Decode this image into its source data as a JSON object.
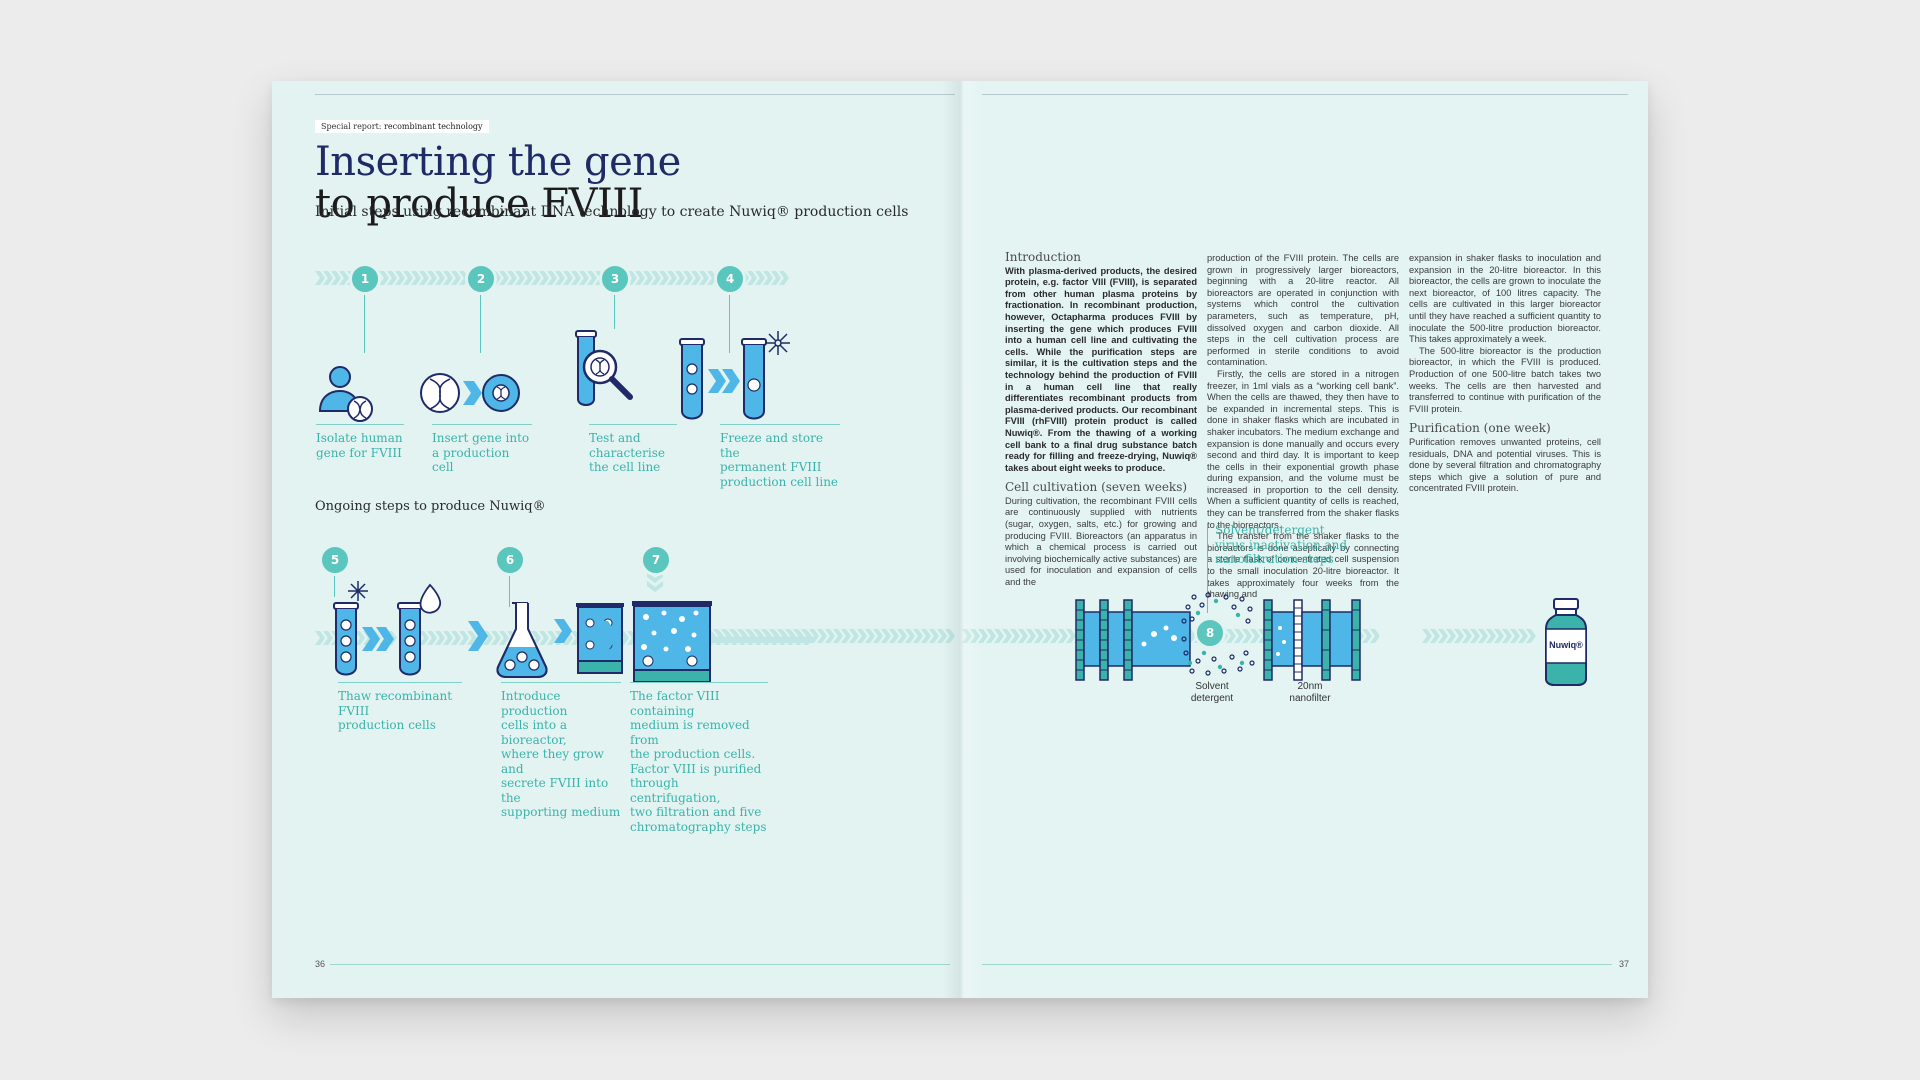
{
  "left_page": {
    "tag_prefix": "Special report: ",
    "tag_topic": "recombinant technology",
    "title_line1": "Inserting the gene",
    "title_line2": "to produce FVIII",
    "section1_heading": "Initial steps using recombinant DNA technology to create Nuwiq® production cells",
    "section2_heading": "Ongoing steps to produce Nuwiq®",
    "steps": [
      {
        "number": "1",
        "caption": "Isolate human\ngene for FVIII"
      },
      {
        "number": "2",
        "caption": "Insert gene into\na production cell"
      },
      {
        "number": "3",
        "caption": "Test and\ncharacterise\nthe cell line"
      },
      {
        "number": "4",
        "caption": "Freeze and store the\npermanent FVIII\nproduction cell line"
      },
      {
        "number": "5",
        "caption": "Thaw recombinant FVIII\nproduction cells"
      },
      {
        "number": "6",
        "caption": "Introduce production\ncells into a bioreactor,\nwhere they grow and\nsecrete FVIII into the\nsupporting medium"
      },
      {
        "number": "7",
        "caption": "The factor VIII containing\nmedium is removed from\nthe production cells.\nFactor VIII is purified\nthrough centrifugation,\ntwo filtration and five\nchromatography steps"
      }
    ],
    "page_number": "36"
  },
  "right_page": {
    "intro_heading": "Introduction",
    "intro_bold": "With plasma-derived products, the desired protein, e.g. factor VIII (FVIII), is separated from other human plasma proteins by fractionation. In recombinant production, however, Octapharma produces FVIII by inserting the gene which produces FVIII into a human cell line and cultivating the cells. While the purification steps are similar, it is the cultivation steps and the technology behind the production of FVIII in a human cell line that really differentiates recombinant products from plasma-derived products. Our recombinant FVIII (rhFVIII) protein product is called Nuwiq®. From the thawing of a working cell bank to a final drug substance batch ready for filling and freeze-drying, Nuwiq® takes about eight weeks to produce.",
    "cell_heading": "Cell cultivation (seven weeks)",
    "cell_p1": "During cultivation, the recombinant FVIII cells are continuously supplied with nutrients (sugar, oxygen, salts, etc.) for growing and producing FVIII. Bioreactors (an apparatus in which a chemical process is carried out involving biochemically active substances) are used for inoculation and expansion of cells and the",
    "col2_p1": "production of the FVIII protein. The cells are grown in progressively larger bioreactors, beginning with a 20-litre reactor. All bioreactors are operated in conjunction with systems which control the cultivation parameters, such as temperature, pH, dissolved oxygen and carbon dioxide. All steps in the cell cultivation process are performed in sterile conditions to avoid contamination.",
    "col2_p2": "Firstly, the cells are stored in a nitrogen freezer, in 1ml vials as a “working cell bank”. When the cells are thawed, they then have to be expanded in incremental steps. This is done in shaker flasks which are incubated in shaker incubators. The medium exchange and expansion is done manually and occurs every second and third day. It is important to keep the cells in their exponential growth phase during expansion, and the volume must be increased in proportion to the cell density. When a sufficient quantity of cells is reached, they can be transferred from the shaker flasks to the bioreactors.",
    "col2_p3": "The transfer from the shaker flasks to the bioreactors is done aseptically by connecting a sterile flask of concentrated cell suspension to the small inoculation 20-litre bioreactor. It takes approximately four weeks from the thawing and",
    "col3_p1": "expansion in shaker flasks to inoculation and expansion in the 20-litre bioreactor. In this bioreactor, the cells are grown to inoculate the next bioreactor, of 100 litres capacity. The cells are cultivated in this larger bioreactor until they have reached a sufficient quantity to inoculate the 500-litre production bioreactor. This takes approximately a week.",
    "col3_p2": "The 500-litre bioreactor is the production bioreactor, in which the FVIII is produced. Production of one 500-litre batch takes two weeks. The cells are then harvested and transferred to continue with purification of the FVIII protein.",
    "purif_heading": "Purification (one week)",
    "purif_p1": "Purification removes unwanted proteins, cell residuals, DNA and potential viruses. This is done by several filtration and chromatography steps which give a solution of pure and concentrated FVIII protein.",
    "step8_number": "8",
    "step8_label": "Solvent/detergent\nvirus inactivation and\nnanofiltration steps",
    "solvent_label": "Solvent\ndetergent",
    "nanofilter_label": "20nm\nnanofilter",
    "bottle_label": "Nuwiq®",
    "page_number": "37"
  },
  "colors": {
    "teal": "#5bc6bd",
    "teal_text": "#3bb3aa",
    "navy": "#1f2a66",
    "blue_fill": "#4fb6e8",
    "page_bg": "#e2f3f2"
  }
}
